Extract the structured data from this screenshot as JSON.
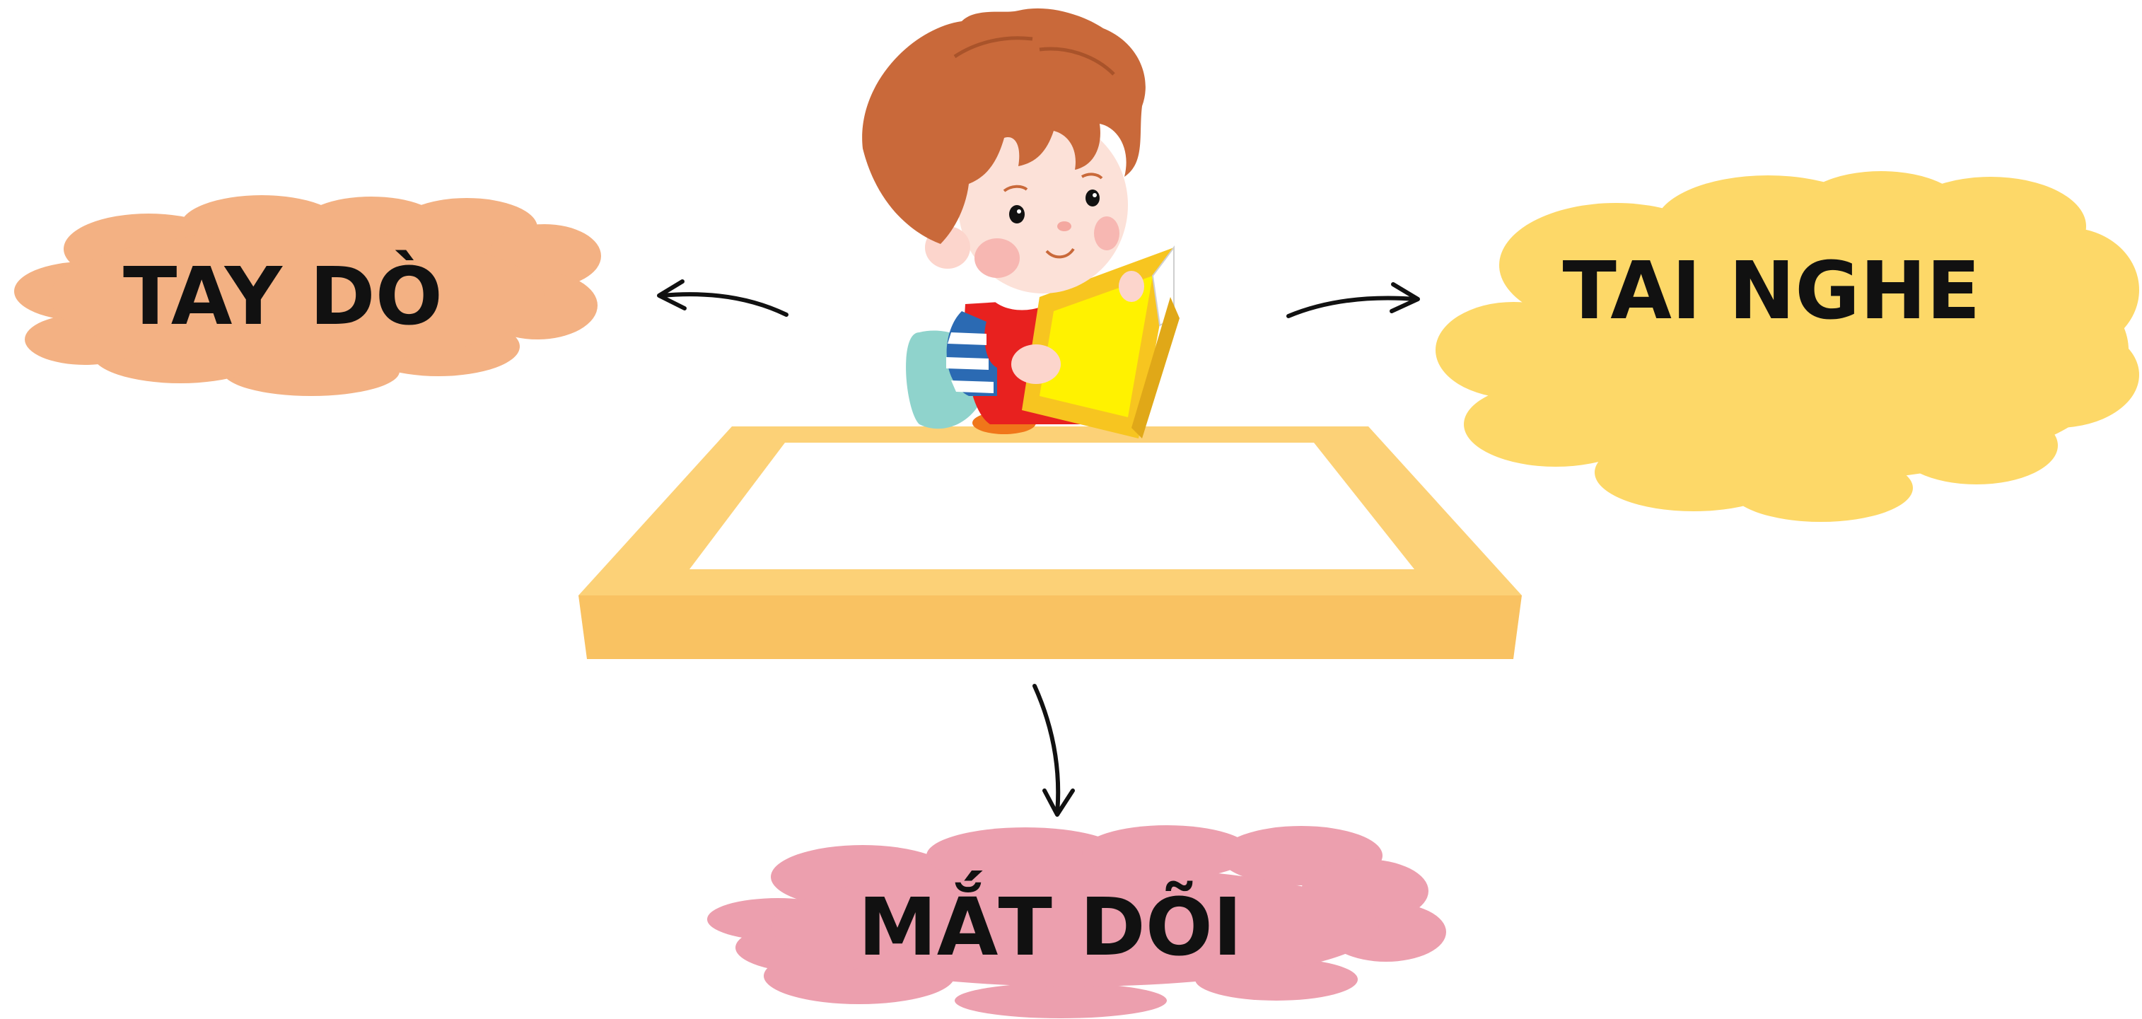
{
  "clouds": {
    "left": {
      "label": "TAY DÒ",
      "color": "#f3b183"
    },
    "right": {
      "label": "TAI NGHE",
      "color": "#fdd868"
    },
    "bottom": {
      "label": "MẮT DÕI",
      "color": "#ec9fae"
    }
  },
  "colors": {
    "desk_top": "#fcd177",
    "desk_front": "#f9c262",
    "desk_paper": "#ffffff",
    "hair": "#c9693a",
    "skin": "#fce1d8",
    "book": "#f7d024",
    "arrow": "#111111"
  },
  "icons": [
    "boy-reading-icon",
    "arrow-left-icon",
    "arrow-right-icon",
    "arrow-down-icon"
  ]
}
